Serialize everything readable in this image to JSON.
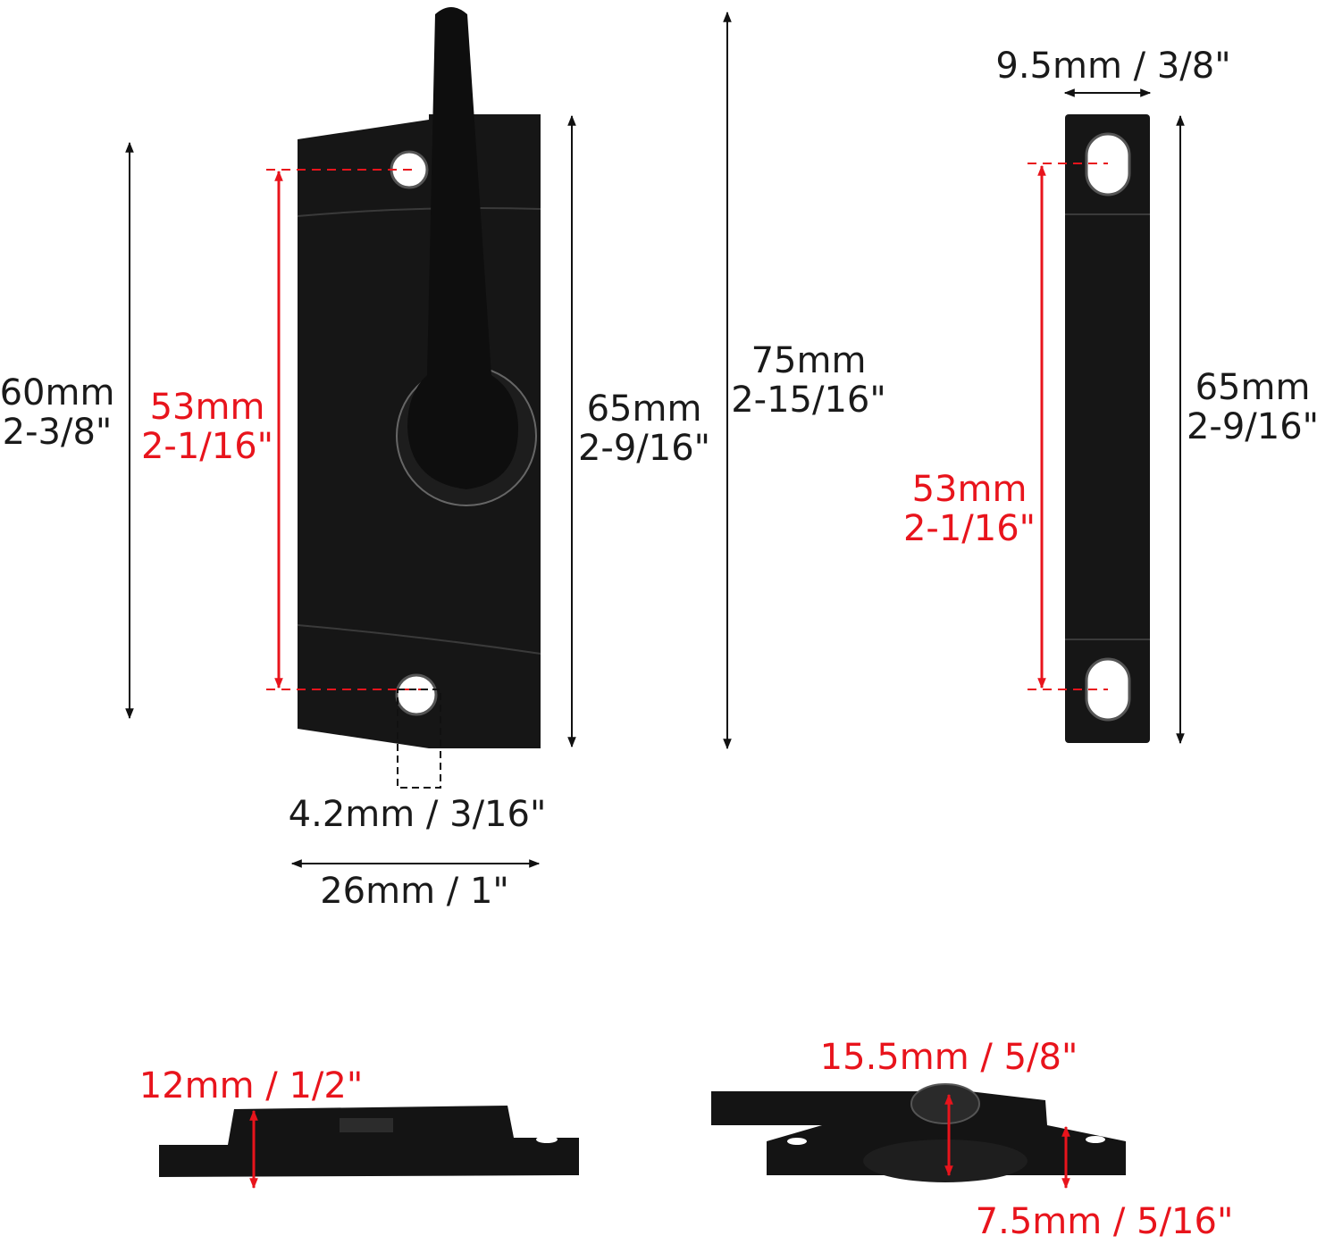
{
  "colors": {
    "ink": "#111111",
    "dimension_line": "#111111",
    "highlight": "#e8141c",
    "background": "#ffffff"
  },
  "latch": {
    "height_outer": {
      "mm": "60mm",
      "inch": "2-3/8\""
    },
    "hole_spacing": {
      "mm": "53mm",
      "inch": "2-1/16\""
    },
    "plate_height": {
      "mm": "65mm",
      "inch": "2-9/16\""
    },
    "total_height": {
      "mm": "75mm",
      "inch": "2-15/16\""
    },
    "hole_diameter": "4.2mm / 3/16\"",
    "width": "26mm / 1\""
  },
  "keeper": {
    "width": "9.5mm / 3/8\"",
    "hole_spacing": {
      "mm": "53mm",
      "inch": "2-1/16\""
    },
    "height": {
      "mm": "65mm",
      "inch": "2-9/16\""
    }
  },
  "side_views": {
    "keeper_thickness": "12mm / 1/2\"",
    "latch_thickness": "15.5mm / 5/8\"",
    "latch_base_thickness": "7.5mm / 5/16\""
  }
}
